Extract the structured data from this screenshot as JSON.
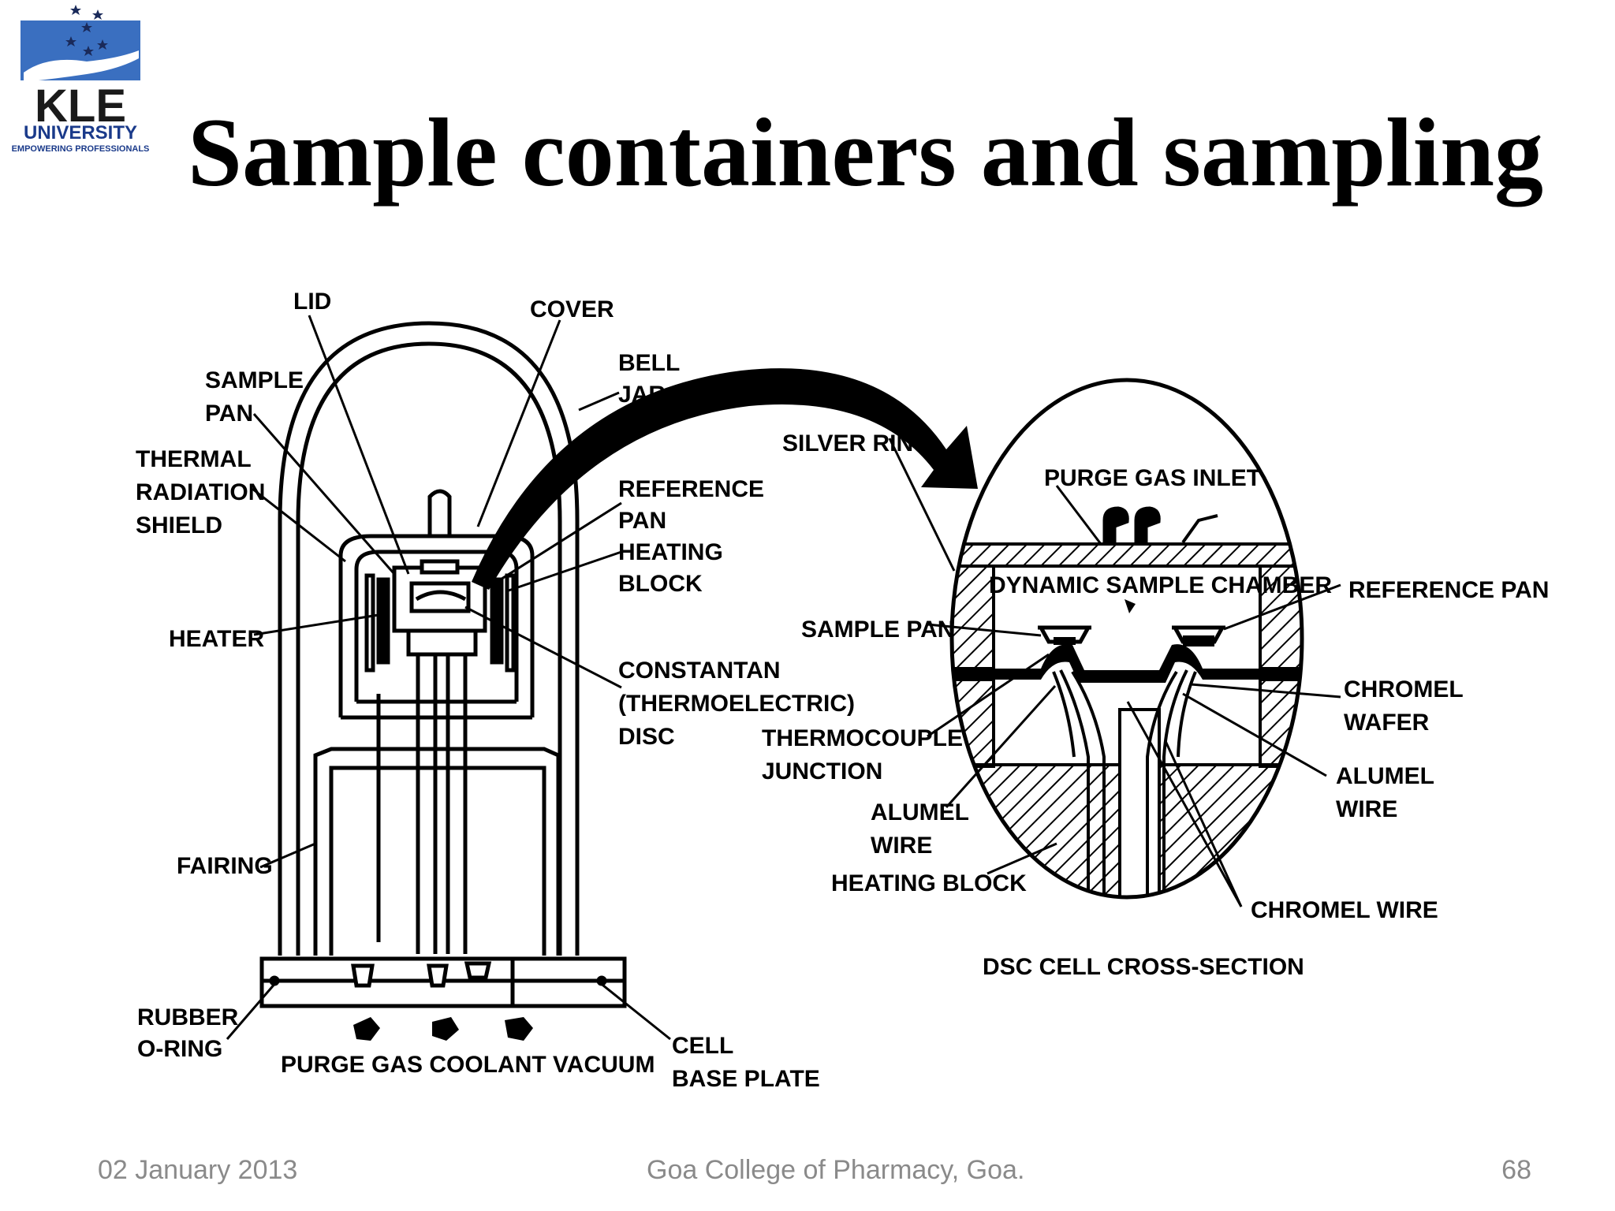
{
  "slide": {
    "title": "Sample containers and sampling",
    "footer": {
      "date": "02 January 2013",
      "institution": "Goa College of Pharmacy, Goa.",
      "page": "68"
    }
  },
  "logo": {
    "name_text": "KLE",
    "university_text": "UNIVERSITY",
    "tagline": "EMPOWERING PROFESSIONALS",
    "colors": {
      "blue": "#3a6fc0",
      "dark": "#1a1a1a"
    }
  },
  "diagram": {
    "left_labels": {
      "lid": "LID",
      "cover": "COVER",
      "sample_pan_1": "SAMPLE",
      "sample_pan_2": "PAN",
      "bell_jar_1": "BELL",
      "bell_jar_2": "JAR",
      "shield_1": "THERMAL",
      "shield_2": "RADIATION",
      "shield_3": "SHIELD",
      "reference_pan_1": "REFERENCE",
      "reference_pan_2": "PAN",
      "heating_block_1": "HEATING",
      "heating_block_2": "BLOCK",
      "heater": "HEATER",
      "constantan_1": "CONSTANTAN",
      "constantan_2": "(THERMOELECTRIC)",
      "constantan_3": "DISC",
      "fairing": "FAIRING",
      "oring_1": "RUBBER",
      "oring_2": "O-RING",
      "purge": "PURGE GAS COOLANT VACUUM",
      "base_plate_1": "CELL",
      "base_plate_2": "BASE PLATE"
    },
    "right_labels": {
      "silver_ring": "SILVER RING",
      "purge_gas_inlet": "PURGE GAS INLET",
      "dynamic_chamber": "DYNAMIC SAMPLE CHAMBER",
      "reference_pan": "REFERENCE PAN",
      "sample_pan": "SAMPLE PAN",
      "chromel_wafer_1": "CHROMEL",
      "chromel_wafer_2": "WAFER",
      "thermocouple_1": "THERMOCOUPLE",
      "thermocouple_2": "JUNCTION",
      "alumel_left_1": "ALUMEL",
      "alumel_left_2": "WIRE",
      "alumel_right_1": "ALUMEL",
      "alumel_right_2": "WIRE",
      "heating_block": "HEATING BLOCK",
      "chromel_wire": "CHROMEL WIRE",
      "caption": "DSC CELL CROSS-SECTION"
    }
  }
}
